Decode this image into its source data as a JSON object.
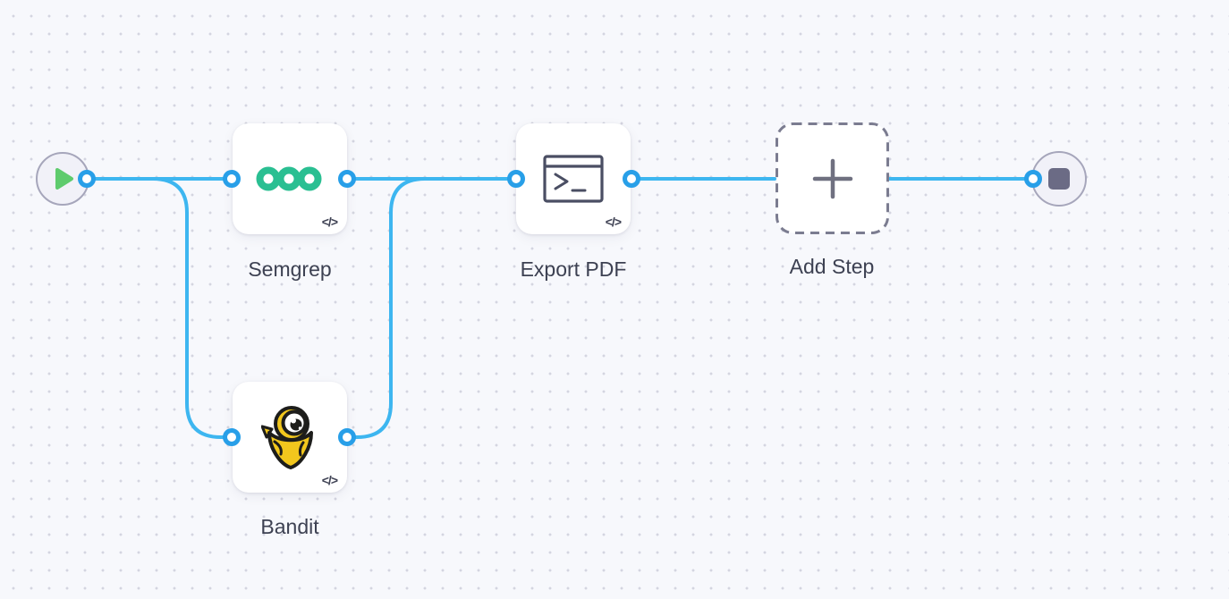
{
  "app": {
    "view": "workflow-canvas"
  },
  "canvas": {
    "colors": {
      "background": "#f7f8fc",
      "grid_dot": "#d4d5e0",
      "edge_blue": "#3db6f0",
      "port_blue": "#289fe8",
      "node_label_text": "#3d4152",
      "semgrep_green": "#2abf92",
      "bandit_yellow": "#f2c71d",
      "play_green": "#5ecb6d",
      "stop_gray": "#6b6b85",
      "placeholder_dash": "#7b7c90"
    },
    "nodes": [
      {
        "id": "start",
        "kind": "start-trigger",
        "icon": "play-icon",
        "label": ""
      },
      {
        "id": "semgrep",
        "kind": "step",
        "icon": "semgrep-logo-icon",
        "label": "Semgrep",
        "badge": "</>"
      },
      {
        "id": "bandit",
        "kind": "step",
        "icon": "bandit-logo-icon",
        "label": "Bandit",
        "badge": "</>"
      },
      {
        "id": "export_pdf",
        "kind": "step",
        "icon": "terminal-icon",
        "label": "Export PDF",
        "badge": "</>"
      },
      {
        "id": "add_step",
        "kind": "placeholder",
        "icon": "plus-icon",
        "label": "Add Step"
      },
      {
        "id": "end",
        "kind": "end-terminator",
        "icon": "stop-icon",
        "label": ""
      }
    ],
    "edges": [
      {
        "from": "start",
        "to": "semgrep"
      },
      {
        "from": "start",
        "to": "bandit"
      },
      {
        "from": "semgrep",
        "to": "export_pdf"
      },
      {
        "from": "bandit",
        "to": "export_pdf"
      },
      {
        "from": "export_pdf",
        "to": "add_step"
      },
      {
        "from": "add_step",
        "to": "end"
      }
    ]
  }
}
